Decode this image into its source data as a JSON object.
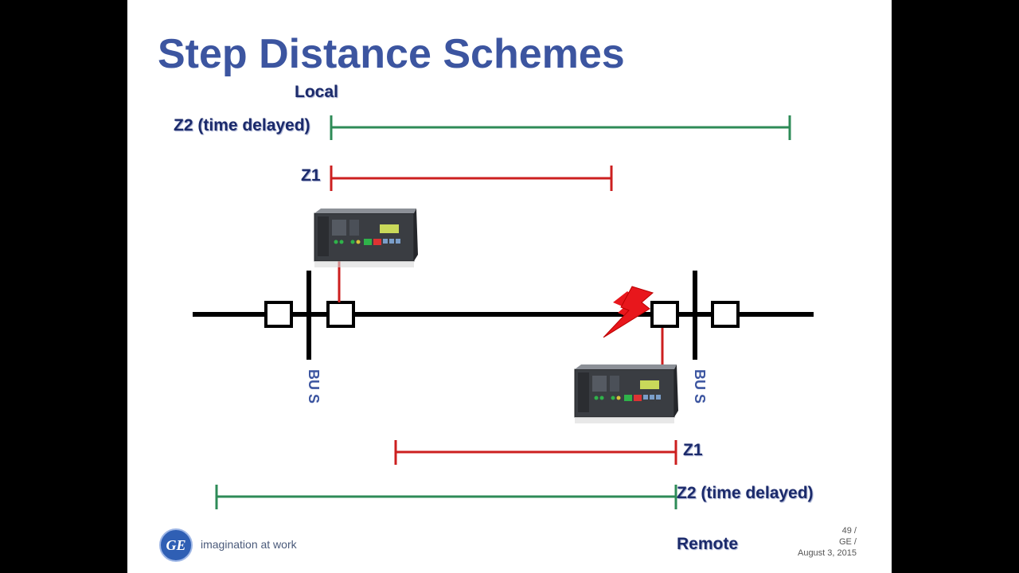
{
  "slide": {
    "title": "Step Distance Schemes",
    "local_label": "Local",
    "remote_label": "Remote",
    "zones": {
      "local_z2": "Z2 (time delayed)",
      "local_z1": "Z1",
      "remote_z1": "Z1",
      "remote_z2": "Z2 (time delayed)"
    },
    "bus_labels": {
      "left": "BU S",
      "right": "BU S"
    },
    "footer": {
      "tagline": "imagination at work",
      "logo_text": "GE",
      "page": "49 /",
      "company": "GE /",
      "date": "August 3, 2015"
    },
    "colors": {
      "title": "#3c55a0",
      "zone1": "#cc1f1f",
      "zone2": "#2e8b57",
      "line": "#000000",
      "fault": "#e8171c"
    },
    "icons": [
      "relay-device-icon",
      "fault-lightning-icon",
      "ge-logo-icon"
    ]
  }
}
